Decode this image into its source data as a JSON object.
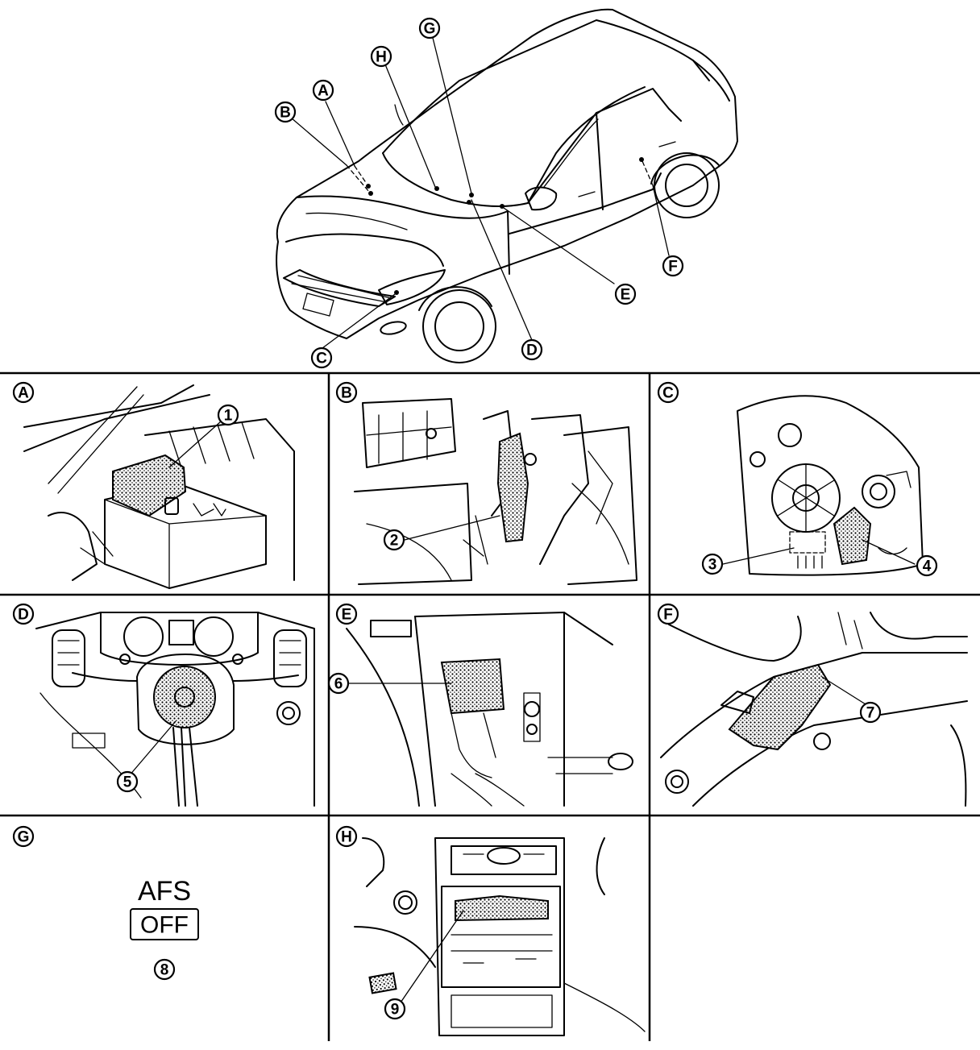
{
  "overview": {
    "callouts": [
      "A",
      "B",
      "C",
      "D",
      "E",
      "F",
      "G",
      "H"
    ]
  },
  "panels": [
    {
      "letter": "A",
      "parts": [
        "1"
      ]
    },
    {
      "letter": "B",
      "parts": [
        "2"
      ]
    },
    {
      "letter": "C",
      "parts": [
        "3",
        "4"
      ]
    },
    {
      "letter": "D",
      "parts": [
        "5"
      ]
    },
    {
      "letter": "E",
      "parts": [
        "6"
      ]
    },
    {
      "letter": "F",
      "parts": [
        "7"
      ]
    },
    {
      "letter": "G",
      "parts": [
        "8"
      ],
      "switch_label_top": "AFS",
      "switch_label_bottom": "OFF"
    },
    {
      "letter": "H",
      "parts": [
        "9"
      ]
    }
  ]
}
